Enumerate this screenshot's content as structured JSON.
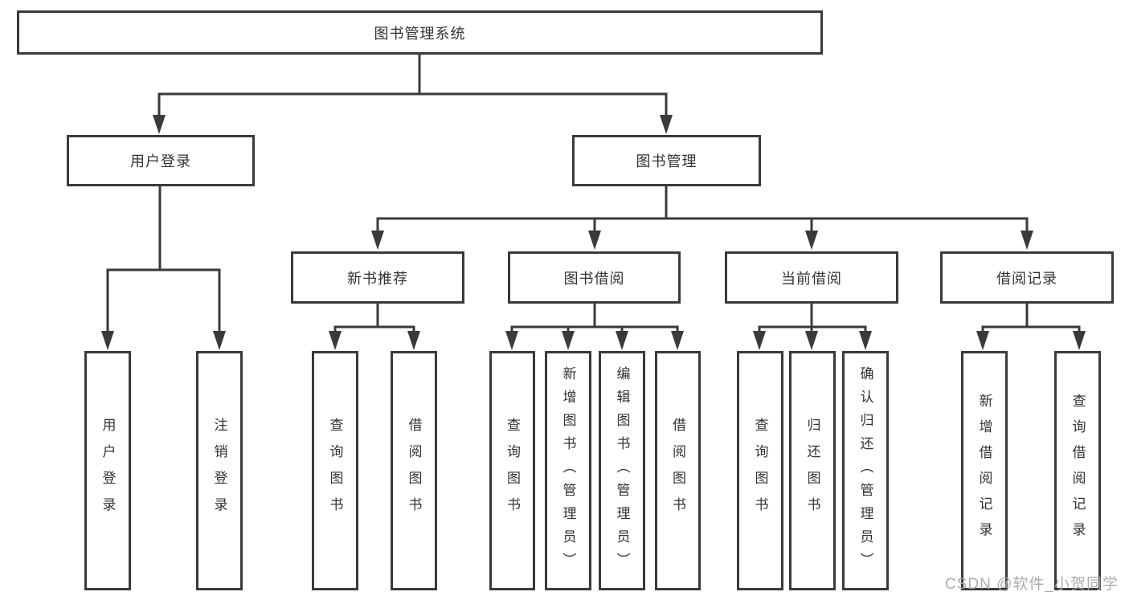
{
  "tree": {
    "root": {
      "label": "图书管理系统"
    },
    "level2": [
      {
        "label": "用户登录"
      },
      {
        "label": "图书管理"
      }
    ],
    "level3": [
      {
        "label": "新书推荐",
        "parent": "图书管理"
      },
      {
        "label": "图书借阅",
        "parent": "图书管理"
      },
      {
        "label": "当前借阅",
        "parent": "图书管理"
      },
      {
        "label": "借阅记录",
        "parent": "图书管理"
      }
    ],
    "leaves": [
      {
        "label": "用户登录",
        "parent": "用户登录"
      },
      {
        "label": "注销登录",
        "parent": "用户登录"
      },
      {
        "label": "查询图书",
        "parent": "新书推荐"
      },
      {
        "label": "借阅图书",
        "parent": "新书推荐"
      },
      {
        "label": "查询图书",
        "parent": "图书借阅"
      },
      {
        "label": "新增图书（管理员）",
        "parent": "图书借阅"
      },
      {
        "label": "编辑图书（管理员）",
        "parent": "图书借阅"
      },
      {
        "label": "借阅图书",
        "parent": "图书借阅"
      },
      {
        "label": "查询图书",
        "parent": "当前借阅"
      },
      {
        "label": "归还图书",
        "parent": "当前借阅"
      },
      {
        "label": "确认归还（管理员）",
        "parent": "当前借阅"
      },
      {
        "label": "新增借阅记录",
        "parent": "借阅记录"
      },
      {
        "label": "查询借阅记录",
        "parent": "借阅记录"
      }
    ]
  },
  "watermark": "CSDN @软件_小贺同学",
  "colors": {
    "line": "#3a3a3a",
    "text": "#333333",
    "watermark": "#a8a8a8",
    "background": "#ffffff"
  }
}
